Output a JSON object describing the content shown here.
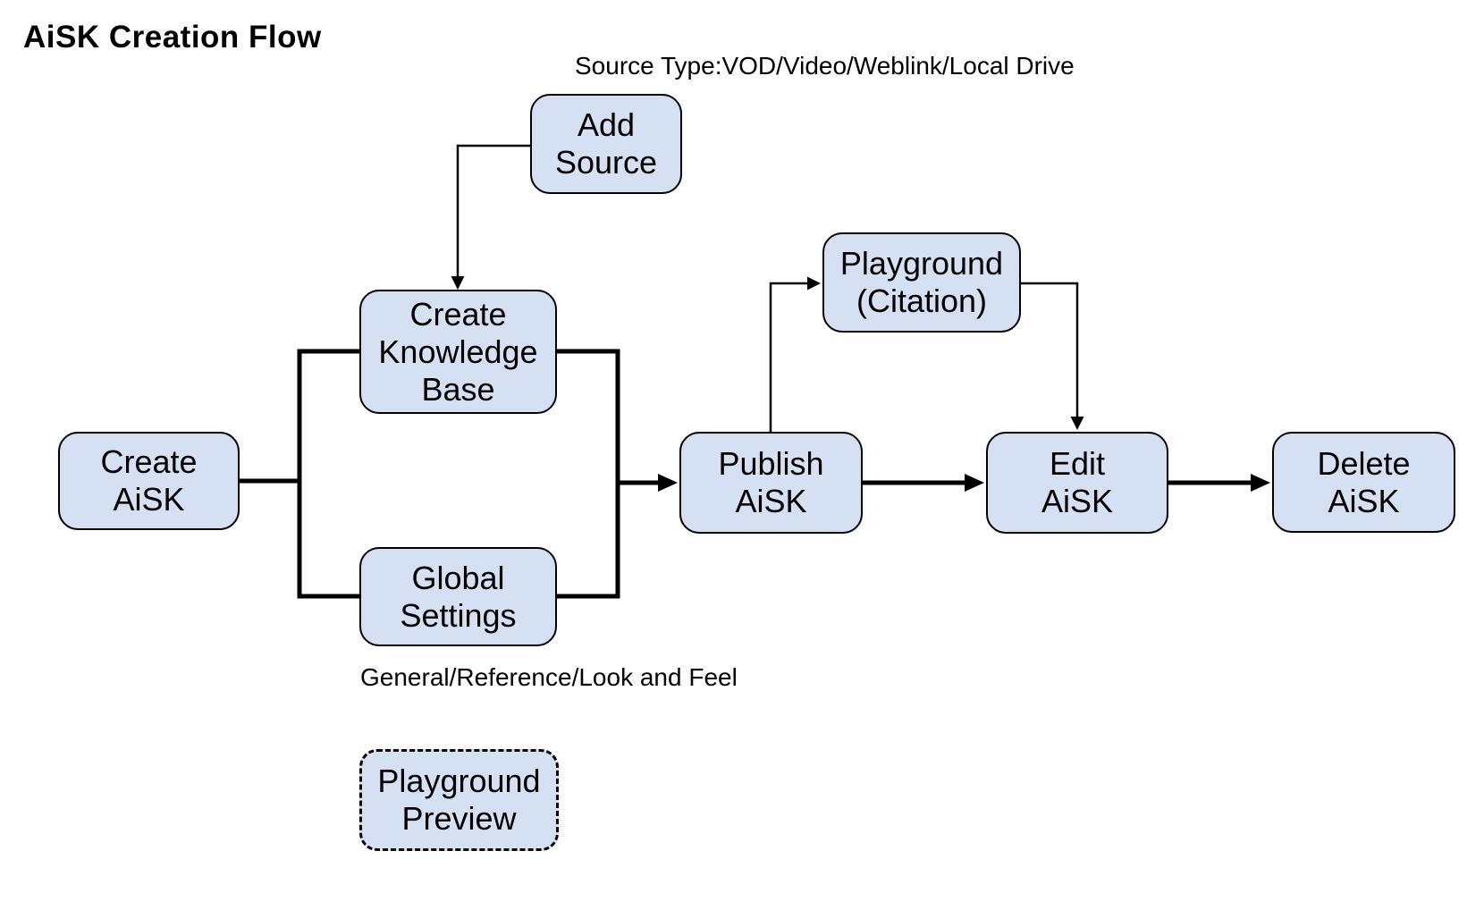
{
  "title": "AiSK Creation Flow",
  "annotations": {
    "source_type": "Source Type:VOD/Video/Weblink/Local Drive",
    "global_settings_note": "General/Reference/Look and Feel"
  },
  "colors": {
    "background": "#ffffff",
    "node_fill": "#d5e1f2",
    "node_border": "#000000",
    "connector": "#000000",
    "text": "#000000"
  },
  "nodes": {
    "add_source": {
      "label": "Add\nSource"
    },
    "create_knowledge_base": {
      "label": "Create\nKnowledge\nBase"
    },
    "create_aisk": {
      "label": "Create\nAiSK"
    },
    "global_settings": {
      "label": "Global\nSettings"
    },
    "publish_aisk": {
      "label": "Publish\nAiSK"
    },
    "playground_citation": {
      "label": "Playground\n(Citation)"
    },
    "edit_aisk": {
      "label": "Edit\nAiSK"
    },
    "delete_aisk": {
      "label": "Delete\nAiSK"
    },
    "playground_preview": {
      "label": "Playground\nPreview"
    }
  },
  "edges": [
    {
      "from": "add_source",
      "to": "create_knowledge_base",
      "style": "thin-arrow"
    },
    {
      "from": "create_aisk",
      "to": "create_knowledge_base",
      "style": "thick-line"
    },
    {
      "from": "create_aisk",
      "to": "global_settings",
      "style": "thick-line"
    },
    {
      "from": "create_knowledge_base",
      "to": "publish_aisk",
      "style": "thick-arrow"
    },
    {
      "from": "global_settings",
      "to": "publish_aisk",
      "style": "thick-arrow"
    },
    {
      "from": "publish_aisk",
      "to": "playground_citation",
      "style": "thin-arrow"
    },
    {
      "from": "playground_citation",
      "to": "edit_aisk",
      "style": "thin-arrow"
    },
    {
      "from": "publish_aisk",
      "to": "edit_aisk",
      "style": "thick-arrow"
    },
    {
      "from": "edit_aisk",
      "to": "delete_aisk",
      "style": "thick-arrow"
    }
  ]
}
